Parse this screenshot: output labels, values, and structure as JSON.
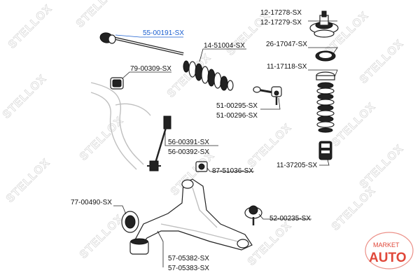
{
  "watermark": {
    "text": "STELLOX"
  },
  "parts": {
    "tie_rod": "55-00191-SX",
    "stab_bushing": "79-00309-SX",
    "boot": "14-51004-SX",
    "top_mount_1": "12-17278-SX",
    "top_mount_2": "12-17279-SX",
    "bearing": "26-17047-SX",
    "shock_1": "11-17118-SX",
    "ball_joint_tie_1": "51-00295-SX",
    "ball_joint_tie_2": "51-00296-SX",
    "link_1": "56-00391-SX",
    "link_2": "56-00392-SX",
    "arm_bushing_small": "87-51036-SX",
    "bump_stop": "11-37205-SX",
    "arm_bushing_large": "77-00490-SX",
    "ball_joint": "52-00235-SX",
    "control_arm_1": "57-05382-SX",
    "control_arm_2": "57-05383-SX"
  },
  "logo": {
    "line1": "MARKET",
    "line2": "AUTO",
    "color": "#e0483a"
  },
  "colors": {
    "highlight": "#1a5fd0",
    "ink": "#111111",
    "watermark": "#d9d9d9"
  }
}
